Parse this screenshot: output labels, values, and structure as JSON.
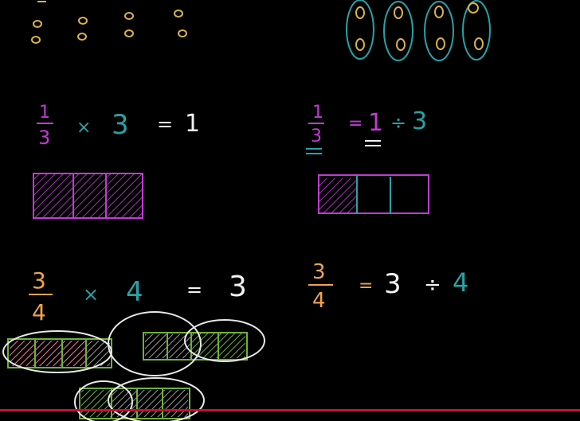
{
  "colors": {
    "background": "#000000",
    "magenta": "#c33ad6",
    "teal": "#27a3a8",
    "orange": "#f0a34c",
    "yellow": "#d8b24a",
    "white": "#f2f2f2",
    "green": "#6fb23a",
    "pink": "#f07aa0",
    "progress": "#c8102e"
  },
  "eq1": {
    "num": "1",
    "den": "3",
    "times": "×",
    "factor": "3",
    "equals": "=",
    "result": "1"
  },
  "eq2": {
    "num": "1",
    "den": "3",
    "equals": "=",
    "dividend": "1",
    "divide": "÷",
    "divisor": "3"
  },
  "eq3": {
    "num": "3",
    "den": "4",
    "times": "×",
    "factor": "4",
    "equals": "=",
    "result": "3"
  },
  "eq4": {
    "num": "3",
    "den": "4",
    "equals": "=",
    "dividend": "3",
    "divide": "÷",
    "divisor": "4"
  },
  "video": {
    "progress": 1.0
  }
}
